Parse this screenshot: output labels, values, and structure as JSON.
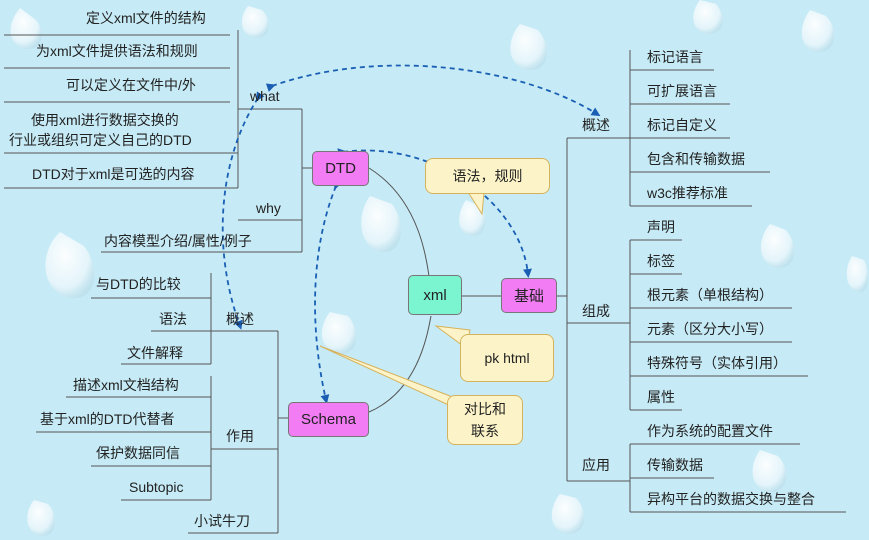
{
  "center": {
    "label": "xml"
  },
  "left": {
    "dtd": {
      "label": "DTD",
      "what": {
        "label": "what",
        "items": [
          "定义xml文件的结构",
          "为xml文件提供语法和规则",
          "可以定义在文件中/外",
          "使用xml进行数据交换的",
          "行业或组织可定义自己的DTD",
          "DTD对于xml是可选的内容"
        ]
      },
      "why": {
        "label": "why"
      },
      "content": {
        "label": "内容模型介绍/属性/例子"
      }
    },
    "schema": {
      "label": "Schema",
      "overview": {
        "label": "概述",
        "items": [
          "与DTD的比较",
          "语法",
          "文件解释"
        ]
      },
      "usage": {
        "label": "作用",
        "items": [
          "描述xml文档结构",
          "基于xml的DTD代替者",
          "保护数据同信",
          "Subtopic"
        ]
      },
      "practice": {
        "label": "小试牛刀"
      }
    }
  },
  "right": {
    "basics": {
      "label": "基础",
      "overview": {
        "label": "概述",
        "items": [
          "标记语言",
          "可扩展语言",
          "标记自定义",
          "包含和传输数据",
          "w3c推荐标准"
        ]
      },
      "composition": {
        "label": "组成",
        "items": [
          "声明",
          "标签",
          "根元素（单根结构）",
          "元素（区分大小写）",
          "特殊符号（实体引用）",
          "属性"
        ]
      },
      "application": {
        "label": "应用",
        "items": [
          "作为系统的配置文件",
          "传输数据",
          "异构平台的数据交换与整合"
        ]
      }
    }
  },
  "callouts": {
    "syntax": "语法，规则",
    "pk": "pk  html",
    "compare_line1": "对比和",
    "compare_line2": "联系"
  },
  "colors": {
    "background": "#c6ebf6",
    "topic_pink": "#f17cf4",
    "center_green": "#7bf4d0",
    "callout_fill": "#fcf4c8",
    "callout_border": "#d6b25c",
    "dashed_arrow": "#1a5fb4",
    "branch_line": "#555555"
  }
}
